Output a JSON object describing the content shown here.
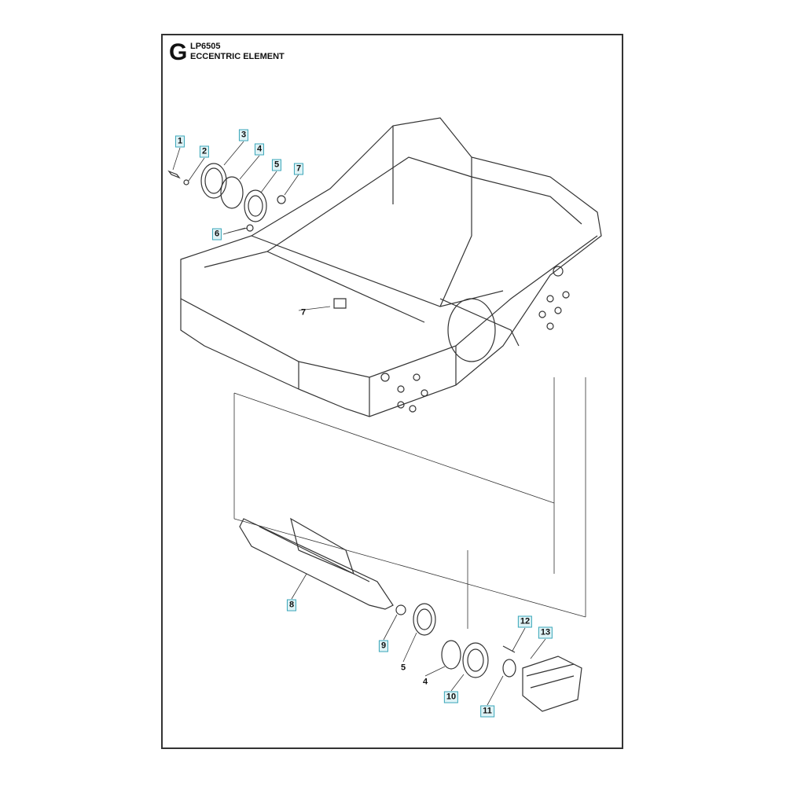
{
  "header": {
    "section_letter": "G",
    "model": "LP6505",
    "title": "ECCENTRIC ELEMENT"
  },
  "callouts": [
    {
      "number": "1",
      "boxed": true
    },
    {
      "number": "2",
      "boxed": true
    },
    {
      "number": "3",
      "boxed": true
    },
    {
      "number": "4",
      "boxed": true
    },
    {
      "number": "5",
      "boxed": true
    },
    {
      "number": "7",
      "boxed": true
    },
    {
      "number": "6",
      "boxed": true
    },
    {
      "number": "7",
      "boxed": false
    },
    {
      "number": "8",
      "boxed": true
    },
    {
      "number": "9",
      "boxed": true
    },
    {
      "number": "5",
      "boxed": false
    },
    {
      "number": "4",
      "boxed": false
    },
    {
      "number": "10",
      "boxed": true
    },
    {
      "number": "11",
      "boxed": true
    },
    {
      "number": "12",
      "boxed": true
    },
    {
      "number": "13",
      "boxed": true
    }
  ],
  "colors": {
    "callout_fill": "#dff3f6",
    "callout_border": "#3aa6b9",
    "line": "#333333"
  }
}
